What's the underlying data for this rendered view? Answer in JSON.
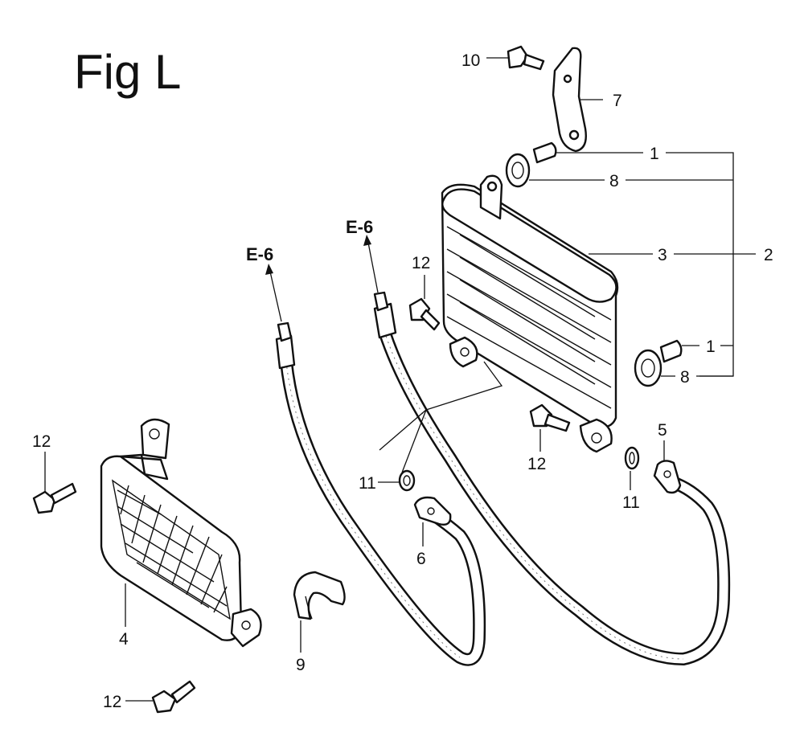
{
  "title": "Fig L",
  "references": {
    "left": "E-6",
    "right": "E-6"
  },
  "callouts": {
    "p1_upper": "1",
    "p1_lower": "1",
    "p2": "2",
    "p3": "3",
    "p4": "4",
    "p5": "5",
    "p6": "6",
    "p7": "7",
    "p8_upper": "8",
    "p8_lower": "8",
    "p9": "9",
    "p10": "10",
    "p11_left": "11",
    "p11_right": "11",
    "p12_upper": "12",
    "p12_mid": "12",
    "p12_left": "12",
    "p12_bottom": "12"
  },
  "style": {
    "line_color": "#111111",
    "background": "#ffffff"
  }
}
